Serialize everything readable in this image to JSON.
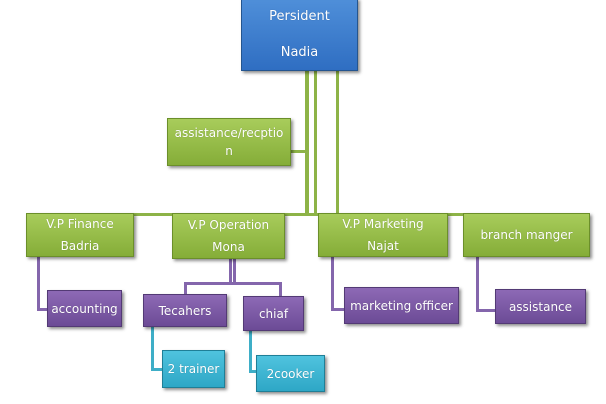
{
  "chart": {
    "president": {
      "title": "Persident",
      "name": "Nadia"
    },
    "assistant_reception": {
      "line1": "assistance/recptio",
      "line2": "n"
    },
    "vps": [
      {
        "title": "V.P Finance",
        "name": "Badria"
      },
      {
        "title": "V.P Operation",
        "name": "Mona"
      },
      {
        "title": "V.P Marketing",
        "name": "Najat"
      },
      {
        "title": "branch manger",
        "name": ""
      }
    ],
    "subordinates": {
      "accounting": "accounting",
      "teachers": "Tecahers",
      "chef": "chiaf",
      "marketing_officer": "marketing officer",
      "branch_assistance": "assistance",
      "trainer": "2 trainer",
      "cooker": "2cooker"
    },
    "colors": {
      "top": "#3A7DCF",
      "level1": "#95BE4A",
      "level2": "#7A58A5",
      "level3": "#35B3D2"
    }
  }
}
